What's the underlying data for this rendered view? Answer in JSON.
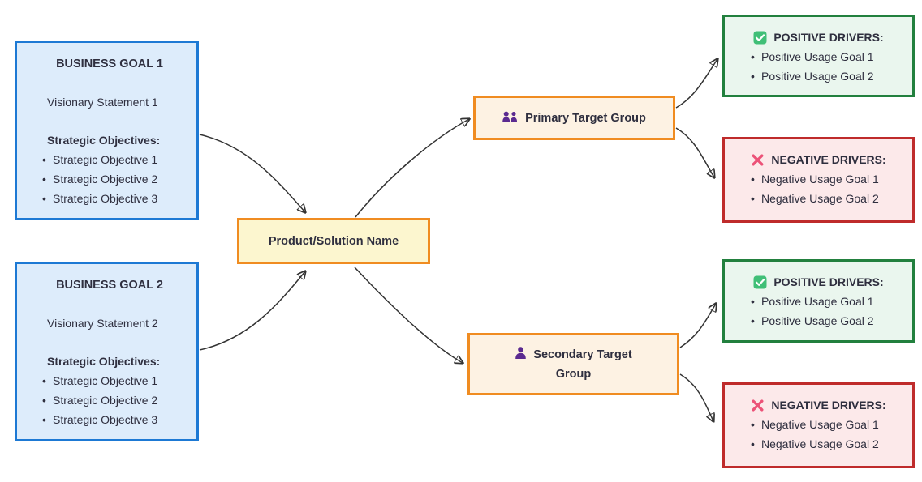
{
  "colors": {
    "text": "#2f2f3f",
    "edge": "#333333",
    "blue_border": "#1d79d4",
    "blue_fill": "#ddecfb",
    "orange_border": "#f08c21",
    "yellow_fill": "#fcf6cf",
    "peach_fill": "#fdf2e3",
    "green_border": "#22803e",
    "green_fill": "#eaf6ee",
    "red_border": "#bf2b2b",
    "red_fill": "#fce9ea",
    "purple_icon": "#5b2a90",
    "check_green": "#40bf77",
    "x_pink": "#ec5278"
  },
  "nodes": {
    "goal1": {
      "title": "BUSINESS GOAL 1",
      "statement": "Visionary Statement 1",
      "objectives_heading": "Strategic Objectives:",
      "bullets": [
        "Strategic Objective 1",
        "Strategic Objective 2",
        "Strategic Objective 3"
      ]
    },
    "goal2": {
      "title": "BUSINESS GOAL 2",
      "statement": "Visionary Statement 2",
      "objectives_heading": "Strategic Objectives:",
      "bullets": [
        "Strategic Objective 1",
        "Strategic Objective 2",
        "Strategic Objective 3"
      ]
    },
    "product": {
      "label": "Product/Solution Name"
    },
    "primary_group": {
      "icon": "people-icon",
      "label": "Primary Target Group"
    },
    "secondary_group": {
      "icon": "person-icon",
      "label": "Secondary Target Group"
    },
    "primary_positive": {
      "icon": "check-icon",
      "title": "POSITIVE DRIVERS:",
      "bullets": [
        "Positive Usage Goal 1",
        "Positive Usage Goal 2"
      ]
    },
    "primary_negative": {
      "icon": "x-icon",
      "title": "NEGATIVE DRIVERS:",
      "bullets": [
        "Negative Usage Goal 1",
        "Negative Usage Goal 2"
      ]
    },
    "secondary_positive": {
      "icon": "check-icon",
      "title": "POSITIVE DRIVERS:",
      "bullets": [
        "Positive Usage Goal 1",
        "Positive Usage Goal 2"
      ]
    },
    "secondary_negative": {
      "icon": "x-icon",
      "title": "NEGATIVE DRIVERS:",
      "bullets": [
        "Negative Usage Goal 1",
        "Negative Usage Goal 2"
      ]
    }
  },
  "edges": [
    {
      "from": "BUSINESS GOAL 1",
      "to": "Product/Solution Name"
    },
    {
      "from": "BUSINESS GOAL 2",
      "to": "Product/Solution Name"
    },
    {
      "from": "Product/Solution Name",
      "to": "Primary Target Group"
    },
    {
      "from": "Product/Solution Name",
      "to": "Secondary Target Group"
    },
    {
      "from": "Primary Target Group",
      "to": "POSITIVE DRIVERS: (primary)"
    },
    {
      "from": "Primary Target Group",
      "to": "NEGATIVE DRIVERS: (primary)"
    },
    {
      "from": "Secondary Target Group",
      "to": "POSITIVE DRIVERS: (secondary)"
    },
    {
      "from": "Secondary Target Group",
      "to": "NEGATIVE DRIVERS: (secondary)"
    }
  ]
}
